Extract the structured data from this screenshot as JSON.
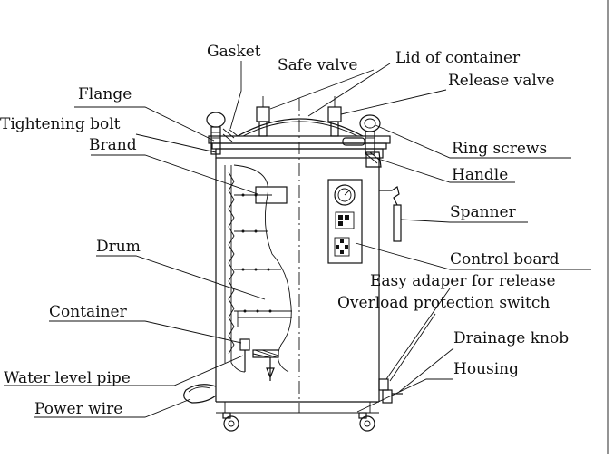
{
  "labels": {
    "gasket": "Gasket",
    "safe_valve": "Safe valve",
    "lid_of_container": "Lid of container",
    "release_valve": "Release valve",
    "flange": "Flange",
    "tightening_bolt": "Tightening bolt",
    "brand": "Brand",
    "ring_screws": "Ring screws",
    "handle": "Handle",
    "spanner": "Spanner",
    "drum": "Drum",
    "control_board": "Control board",
    "easy_adapter": "Easy adaper for release",
    "overload_switch": "Overload protection switch",
    "container": "Container",
    "drainage_knob": "Drainage knob",
    "housing": "Housing",
    "water_level_pipe": "Water level pipe",
    "power_wire": "Power wire"
  }
}
